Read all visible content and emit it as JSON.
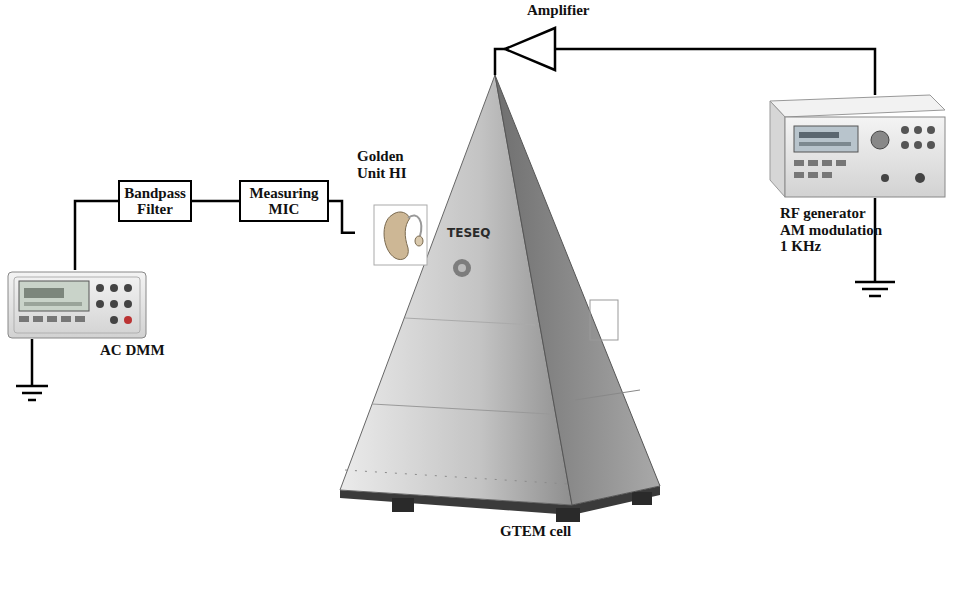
{
  "diagram": {
    "nodes": [
      {
        "text": [
          "AC DMM"
        ]
      },
      {
        "text": [
          "Bandpass Filter"
        ]
      },
      {
        "text": [
          "Measuring MIC"
        ]
      },
      {
        "text": [
          "GTEM cell"
        ]
      },
      {
        "text": [
          "Golden Unit HI"
        ],
        "in": 3
      },
      {
        "text": [
          "Amplifier"
        ]
      },
      {
        "text": [
          "RF generator AM modulation 1 KHz"
        ]
      }
    ],
    "edges": [
      {
        "from": 0,
        "to": 1,
        "arrow": "none"
      },
      {
        "from": 1,
        "to": 2,
        "arrow": "none"
      },
      {
        "from": 2,
        "to": 4,
        "arrow": "none"
      },
      {
        "from": 5,
        "to": 3,
        "arrow": "none"
      },
      {
        "from": 6,
        "to": 5,
        "arrow": "none"
      }
    ],
    "labels": [
      "TESEQ"
    ]
  }
}
